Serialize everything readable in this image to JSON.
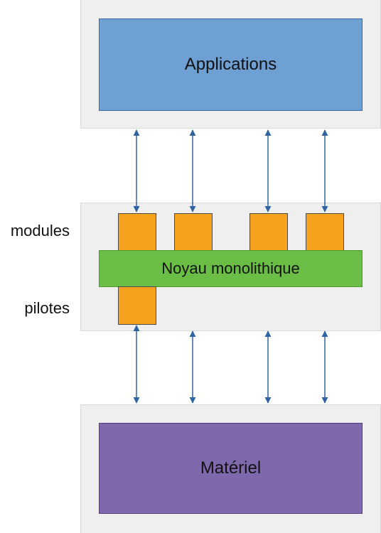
{
  "diagram": {
    "applications_label": "Applications",
    "kernel_label": "Noyau monolithique",
    "hardware_label": "Matériel",
    "modules_label": "modules",
    "drivers_label": "pilotes",
    "module_count": 4,
    "driver_count": 1
  },
  "colors": {
    "panel_background": "#efefef",
    "applications": "#6fa0d3",
    "kernel": "#6bbe45",
    "hardware": "#8068ad",
    "module": "#f6a21e",
    "arrow": "#2f64a4"
  }
}
